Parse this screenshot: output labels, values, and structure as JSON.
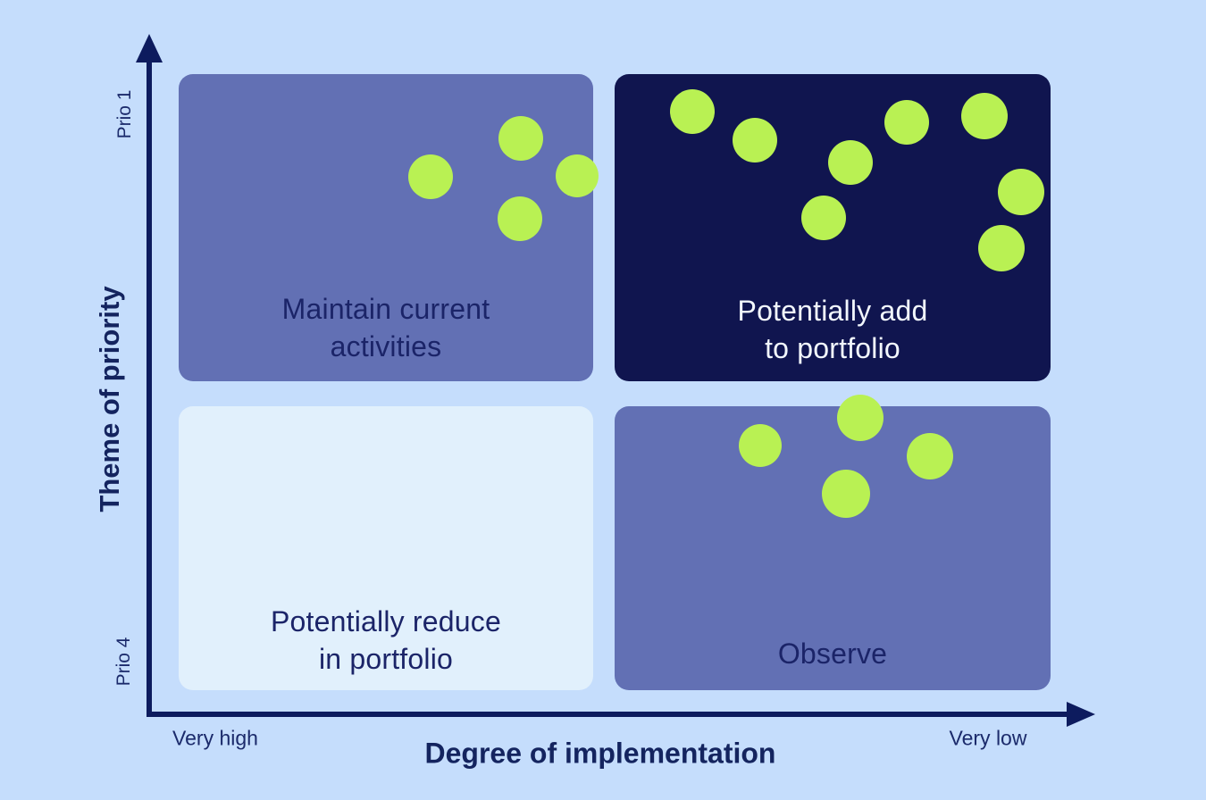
{
  "colors": {
    "background": "#c5ddfc",
    "axis": "#0d1b5e",
    "quadrant_slate": "#6270b4",
    "quadrant_navy": "#10154f",
    "quadrant_light": "#e1f0fc",
    "dot": "#b9f153",
    "text_navy": "#1b2468",
    "text_white": "#f2f7fd"
  },
  "y_axis": {
    "title": "Theme of priority",
    "top_label": "Prio 1",
    "bottom_label": "Prio 4"
  },
  "x_axis": {
    "title": "Degree of implementation",
    "left_label": "Very high",
    "right_label": "Very low"
  },
  "quadrants": {
    "tl": {
      "line1": "Maintain current",
      "line2": "activities"
    },
    "tr": {
      "line1": "Potentially add",
      "line2": "to portfolio"
    },
    "bl": {
      "line1": "Potentially reduce",
      "line2": "in portfolio"
    },
    "br": {
      "line1": "Observe",
      "line2": ""
    }
  },
  "chart_data": {
    "type": "scatter",
    "subtype": "2x2-priority-matrix",
    "xlabel": "Degree of implementation",
    "ylabel": "Theme of priority",
    "x_ticks": [
      "Very high",
      "Very low"
    ],
    "y_ticks": [
      "Prio 1",
      "Prio 4"
    ],
    "legend": "none",
    "quadrants": [
      {
        "position": "top-left",
        "label": "Maintain current activities",
        "color": "#6270b4",
        "dot_count": 4
      },
      {
        "position": "top-right",
        "label": "Potentially add to portfolio",
        "color": "#10154f",
        "dot_count": 8
      },
      {
        "position": "bottom-left",
        "label": "Potentially reduce in portfolio",
        "color": "#e1f0fc",
        "dot_count": 0
      },
      {
        "position": "bottom-right",
        "label": "Observe",
        "color": "#6270b4",
        "dot_count": 4
      }
    ],
    "points": [
      {
        "quadrant": "top-left",
        "x": 482,
        "y": 198,
        "r": 25
      },
      {
        "quadrant": "top-left",
        "x": 583,
        "y": 155,
        "r": 25
      },
      {
        "quadrant": "top-left",
        "x": 582,
        "y": 245,
        "r": 25
      },
      {
        "quadrant": "top-left",
        "x": 646,
        "y": 197,
        "r": 24
      },
      {
        "quadrant": "top-right",
        "x": 775,
        "y": 125,
        "r": 25
      },
      {
        "quadrant": "top-right",
        "x": 845,
        "y": 157,
        "r": 25
      },
      {
        "quadrant": "top-right",
        "x": 952,
        "y": 182,
        "r": 25
      },
      {
        "quadrant": "top-right",
        "x": 1015,
        "y": 137,
        "r": 25
      },
      {
        "quadrant": "top-right",
        "x": 1102,
        "y": 130,
        "r": 26
      },
      {
        "quadrant": "top-right",
        "x": 922,
        "y": 244,
        "r": 25
      },
      {
        "quadrant": "top-right",
        "x": 1143,
        "y": 215,
        "r": 26
      },
      {
        "quadrant": "top-right",
        "x": 1121,
        "y": 278,
        "r": 26
      },
      {
        "quadrant": "bottom-right",
        "x": 851,
        "y": 499,
        "r": 24
      },
      {
        "quadrant": "bottom-right",
        "x": 963,
        "y": 468,
        "r": 26
      },
      {
        "quadrant": "bottom-right",
        "x": 947,
        "y": 553,
        "r": 27
      },
      {
        "quadrant": "bottom-right",
        "x": 1041,
        "y": 511,
        "r": 26
      }
    ]
  }
}
